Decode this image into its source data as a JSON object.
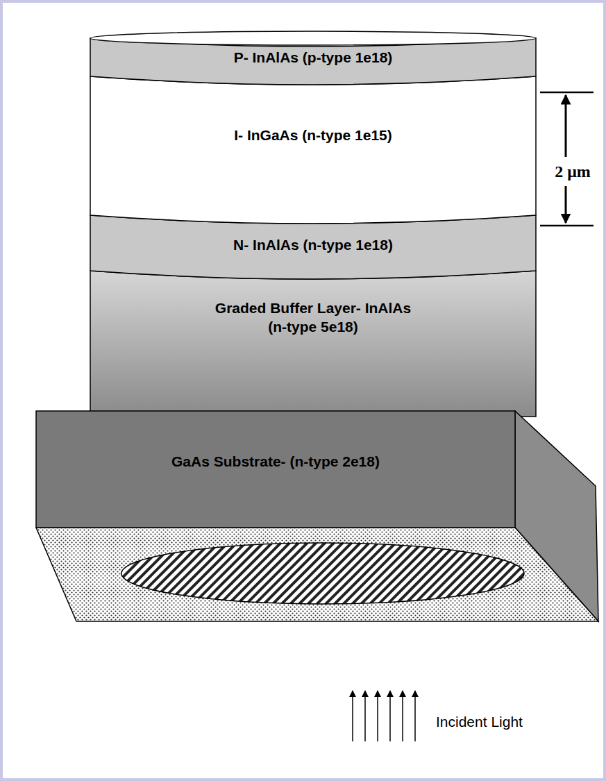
{
  "diagram": {
    "nodes": [
      {
        "text": [
          "P- InAlAs (p-type 1e18)"
        ]
      },
      {
        "text": [
          "I- InGaAs (n-type 1e15)"
        ]
      },
      {
        "text": [
          "N- InAlAs (n-type 1e18)"
        ]
      },
      {
        "text": [
          "Graded Buffer Layer- InAlAs (n-type 5e18)"
        ]
      },
      {
        "text": [
          "GaAs Substrate- (n-type 2e18)"
        ]
      }
    ],
    "labels": [
      "2 μm",
      "Incident Light"
    ]
  }
}
